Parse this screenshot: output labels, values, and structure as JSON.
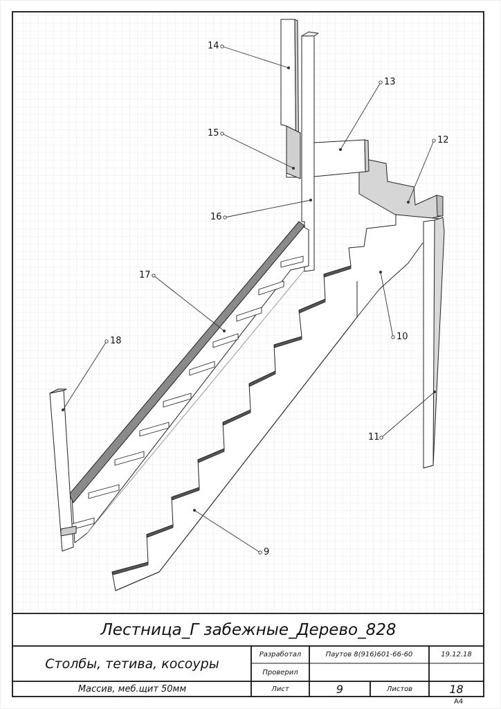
{
  "callouts": [
    {
      "id": "14",
      "label": "14"
    },
    {
      "id": "13",
      "label": "13"
    },
    {
      "id": "12",
      "label": "12"
    },
    {
      "id": "15",
      "label": "15"
    },
    {
      "id": "16",
      "label": "16"
    },
    {
      "id": "17",
      "label": "17"
    },
    {
      "id": "10",
      "label": "10"
    },
    {
      "id": "18",
      "label": "18"
    },
    {
      "id": "11",
      "label": "11"
    },
    {
      "id": "9",
      "label": "9"
    }
  ],
  "title_block": {
    "title": "Лестница_Г забежные_Дерево_828",
    "part_name": "Столбы, тетива, косоуры",
    "material": "Массив, меб.щит 50мм",
    "developed_label": "Разработал",
    "developer": "Паутов 8(916)601-66-60",
    "date": "19.12.18",
    "checked_label": "Проверил",
    "checker": "",
    "sheet_label": "Лист",
    "sheet": "9",
    "sheets_label": "Листов",
    "sheets_total": "18",
    "format": "А4"
  },
  "colors": {
    "line": "#222222",
    "grid": "#e4e4e4",
    "shade": "#d6d6d6",
    "dark": "#666666",
    "paper": "#ffffff"
  }
}
